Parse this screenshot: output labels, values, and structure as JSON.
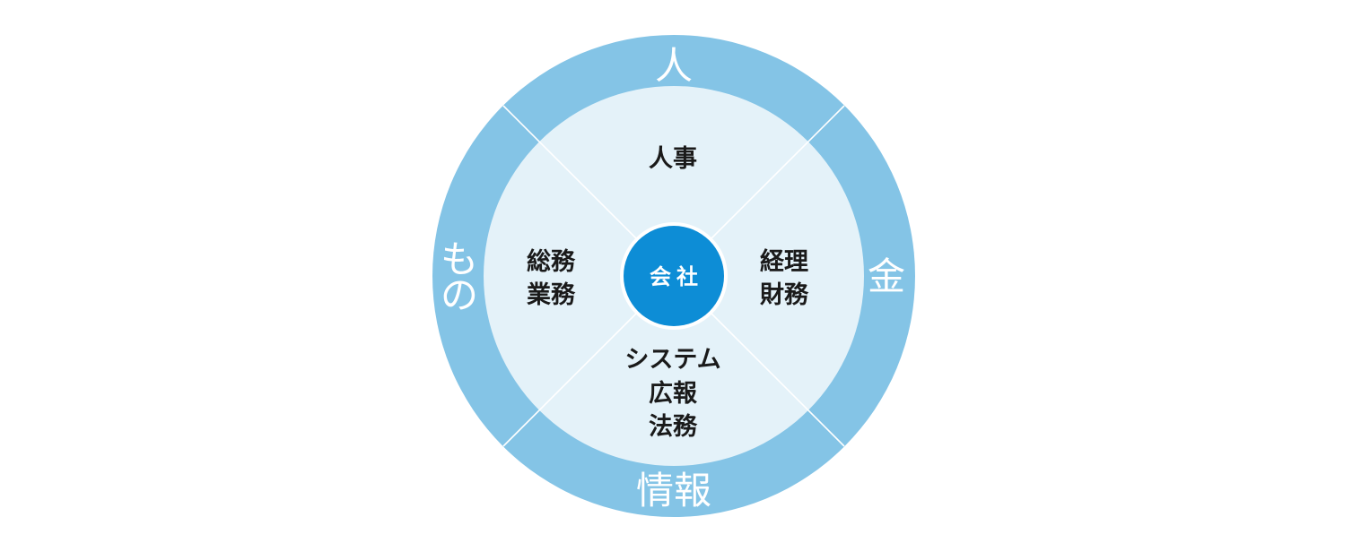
{
  "colors": {
    "outer_ring": "#84c4e6",
    "inner_disc": "#e4f2f9",
    "center_circle": "#0d8dd6",
    "divider": "#ffffff",
    "inner_text": "#1a1a1a",
    "ring_text": "#ffffff"
  },
  "outer_ring": {
    "top": "人",
    "right": "金",
    "bottom": "情報",
    "left_lines": [
      "も",
      "の"
    ]
  },
  "inner_sectors": {
    "top": "人事",
    "right_lines": [
      "経理",
      "財務"
    ],
    "bottom_lines": [
      "システム",
      "広報",
      "法務"
    ],
    "left_lines": [
      "総務",
      "業務"
    ]
  },
  "center": {
    "label": "会社"
  }
}
